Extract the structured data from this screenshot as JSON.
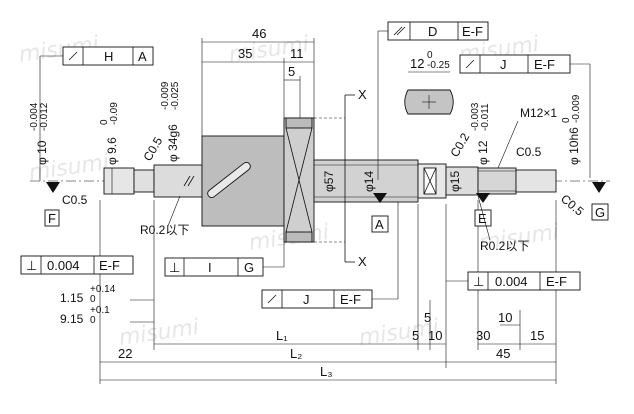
{
  "watermark": "misumi",
  "datums": {
    "F": "F",
    "A": "A",
    "E": "E",
    "G": "G",
    "X": "X"
  },
  "frames": {
    "h": {
      "ref": "H",
      "datum": "A"
    },
    "d": {
      "ref": "D",
      "datum": "E-F"
    },
    "j_top": {
      "ref": "J",
      "datum": "E-F"
    },
    "perp1": {
      "value": "0.004",
      "datum": "E-F"
    },
    "i_frame": {
      "ref": "I",
      "datum": "G"
    },
    "j_bottom": {
      "ref": "J",
      "datum": "E-F"
    },
    "perp2": {
      "value": "0.004",
      "datum": "E-F"
    }
  },
  "dims": {
    "d46": "46",
    "d35": "35",
    "d11": "11",
    "d5top": "5",
    "d12": "12",
    "d12_tol_up": "0",
    "d12_tol_lo": "-0.25",
    "dia10": "φ 10",
    "dia10_up": "-0.004",
    "dia10_lo": "-0.012",
    "dia9_6": "φ 9.6",
    "dia9_6_up": "0",
    "dia9_6_lo": "-0.09",
    "dia34": "φ 34g6",
    "dia34_up": "-0.009",
    "dia34_lo": "-0.025",
    "c05_left": "C0.5",
    "c05_left2": "C0.5",
    "dia57": "φ57",
    "dia14": "φ14",
    "dia15": "φ15",
    "c02": "C0.2",
    "dia12": "φ 12",
    "dia12_up": "-0.003",
    "dia12_lo": "-0.011",
    "m12": "M12×1",
    "c05_right": "C0.5",
    "dia10h6": "φ 10h6",
    "dia10h6_up": "0",
    "dia10h6_lo": "-0.009",
    "c05_right2": "C0.5",
    "r02_left": "R0.2以下",
    "r02_right": "R0.2以下",
    "d1_15": "1.15",
    "d1_15_up": "+0.14",
    "d1_15_lo": "0",
    "d9_15": "9.15",
    "d9_15_up": "+0.1",
    "d9_15_lo": "0",
    "d5": "5",
    "d5b": "5",
    "d10b": "10",
    "d10c": "10",
    "d30": "30",
    "d15": "15",
    "d22": "22",
    "d45": "45",
    "L1": "L₁",
    "L2": "L₂",
    "L3": "L₃"
  }
}
